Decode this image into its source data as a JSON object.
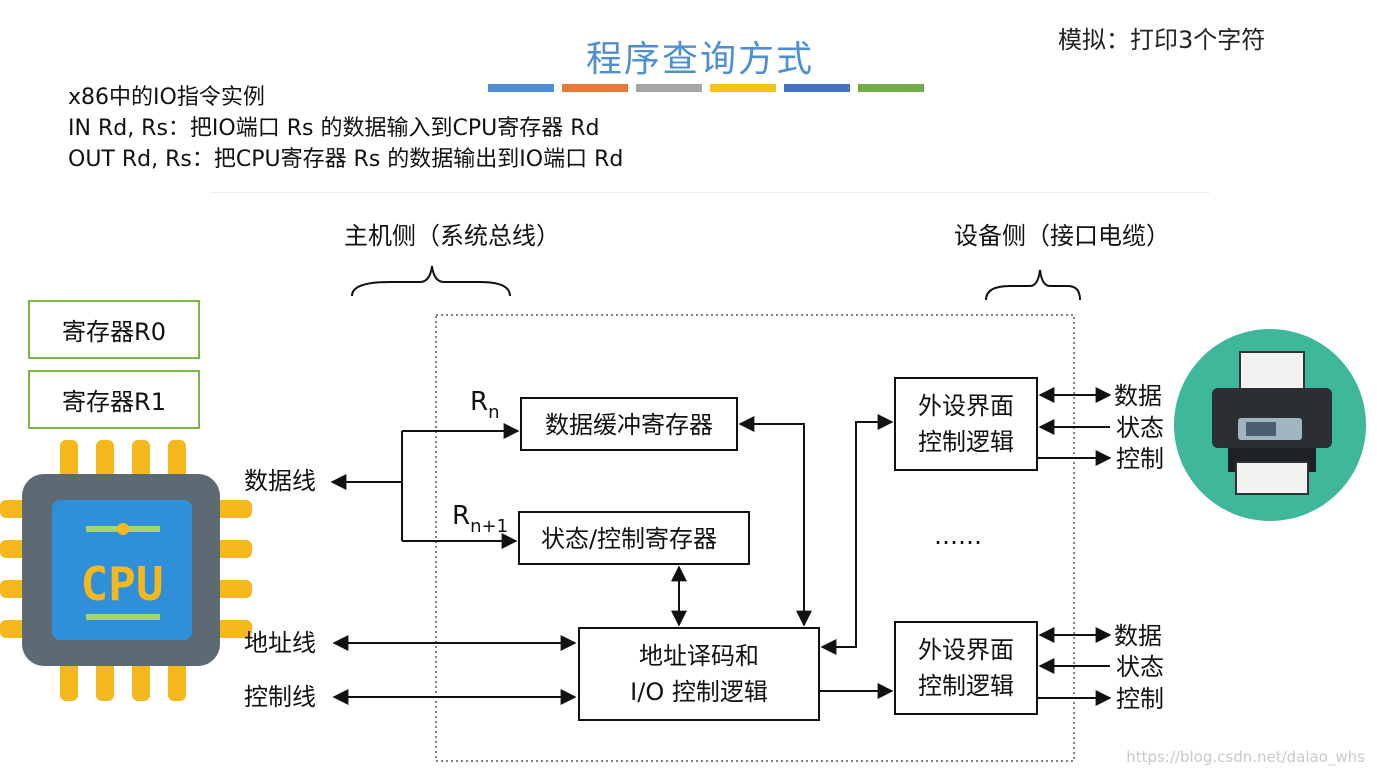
{
  "title": "程序查询方式",
  "simulate_note": "模拟：打印3个字符",
  "title_bar_colors": [
    "#4f8fd1",
    "#e8793a",
    "#a5a5a5",
    "#f7c21a",
    "#4472c4",
    "#70ad47"
  ],
  "code_lines": [
    "x86中的IO指令实例",
    "IN Rd, Rs：把IO端口 Rs 的数据输入到CPU寄存器 Rd",
    "OUT Rd, Rs：把CPU寄存器 Rs 的数据输出到IO端口 Rd"
  ],
  "registers": [
    "寄存器R0",
    "寄存器R1"
  ],
  "cpu_label": "CPU",
  "diagram": {
    "host_side": "主机侧（系统总线）",
    "device_side": "设备侧（接口电缆）",
    "data_line": "数据线",
    "addr_line": "地址线",
    "ctrl_line": "控制线",
    "rn": "R",
    "rn_sub": "n",
    "rn1": "R",
    "rn1_sub": "n+1",
    "data_buffer_reg": "数据缓冲寄存器",
    "status_ctrl_reg": "状态/控制寄存器",
    "addr_decode_1": "地址译码和",
    "addr_decode_2": "I/O 控制逻辑",
    "peripheral_1a": "外设界面",
    "peripheral_1b": "控制逻辑",
    "peripheral_2a": "外设界面",
    "peripheral_2b": "控制逻辑",
    "dots": "……",
    "sig_data_1": "数据",
    "sig_status_1": "状态",
    "sig_ctrl_1": "控制",
    "sig_data_2": "数据",
    "sig_status_2": "状态",
    "sig_ctrl_2": "控制"
  },
  "watermark": "https://blog.csdn.net/dalao_whs",
  "colors": {
    "accent": "#4f8fd1",
    "register_border": "#7ab648",
    "printer_circle": "#3fb79b",
    "cpu_gold": "#f5b81c"
  }
}
